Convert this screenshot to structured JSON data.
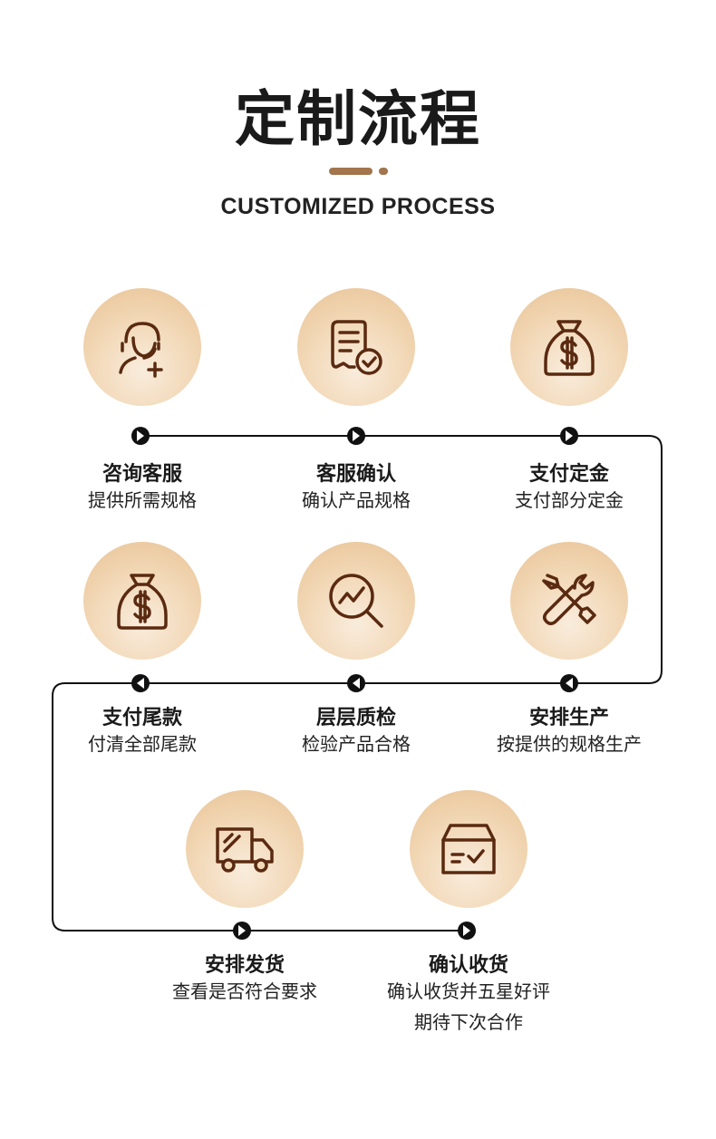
{
  "header": {
    "title": "定制流程",
    "subtitle": "CUSTOMIZED PROCESS"
  },
  "colors": {
    "accent": "#a3754d",
    "icon": "#5a2a10",
    "line": "#111111"
  },
  "steps": [
    {
      "title": "咨询客服",
      "desc": [
        "提供所需规格"
      ],
      "icon": "customer-service-icon"
    },
    {
      "title": "客服确认",
      "desc": [
        "确认产品规格"
      ],
      "icon": "document-check-icon"
    },
    {
      "title": "支付定金",
      "desc": [
        "支付部分定金"
      ],
      "icon": "money-bag-icon"
    },
    {
      "title": "支付尾款",
      "desc": [
        "付清全部尾款"
      ],
      "icon": "money-bag-icon"
    },
    {
      "title": "层层质检",
      "desc": [
        "检验产品合格"
      ],
      "icon": "magnifier-chart-icon"
    },
    {
      "title": "安排生产",
      "desc": [
        "按提供的规格生产"
      ],
      "icon": "tools-icon"
    },
    {
      "title": "安排发货",
      "desc": [
        "查看是否符合要求"
      ],
      "icon": "delivery-truck-icon"
    },
    {
      "title": "确认收货",
      "desc": [
        "确认收货并五星好评",
        "期待下次合作"
      ],
      "icon": "package-box-icon"
    }
  ]
}
